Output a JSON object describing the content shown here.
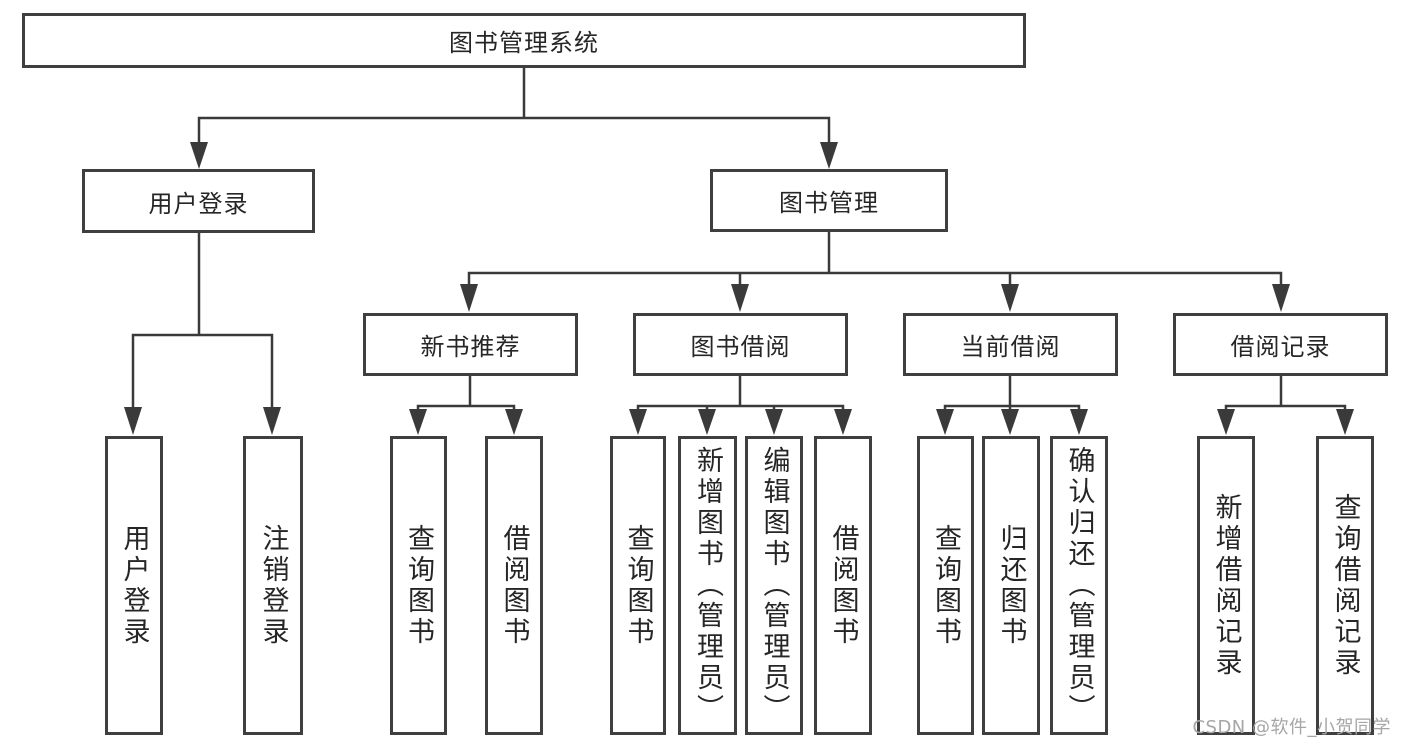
{
  "tree": {
    "root": {
      "label": "图书管理系统"
    },
    "children": [
      {
        "label": "用户登录",
        "children": [
          {
            "label": "用户登录"
          },
          {
            "label": "注销登录"
          }
        ]
      },
      {
        "label": "图书管理",
        "children": [
          {
            "label": "新书推荐",
            "children": [
              {
                "label": "查询图书"
              },
              {
                "label": "借阅图书"
              }
            ]
          },
          {
            "label": "图书借阅",
            "children": [
              {
                "label": "查询图书"
              },
              {
                "label": "新增图书（管理员）"
              },
              {
                "label": "编辑图书（管理员）"
              },
              {
                "label": "借阅图书"
              }
            ]
          },
          {
            "label": "当前借阅",
            "children": [
              {
                "label": "查询图书"
              },
              {
                "label": "归还图书"
              },
              {
                "label": "确认归还（管理员）"
              }
            ]
          },
          {
            "label": "借阅记录",
            "children": [
              {
                "label": "新增借阅记录"
              },
              {
                "label": "查询借阅记录"
              }
            ]
          }
        ]
      }
    ]
  },
  "watermark": {
    "text": "CSDN @软件_小贺同学"
  },
  "colors": {
    "line": "#3a3a3a",
    "box_border": "#3f3f3f",
    "text": "#262626",
    "watermark": "#a6a6a6",
    "background": "#ffffff"
  }
}
